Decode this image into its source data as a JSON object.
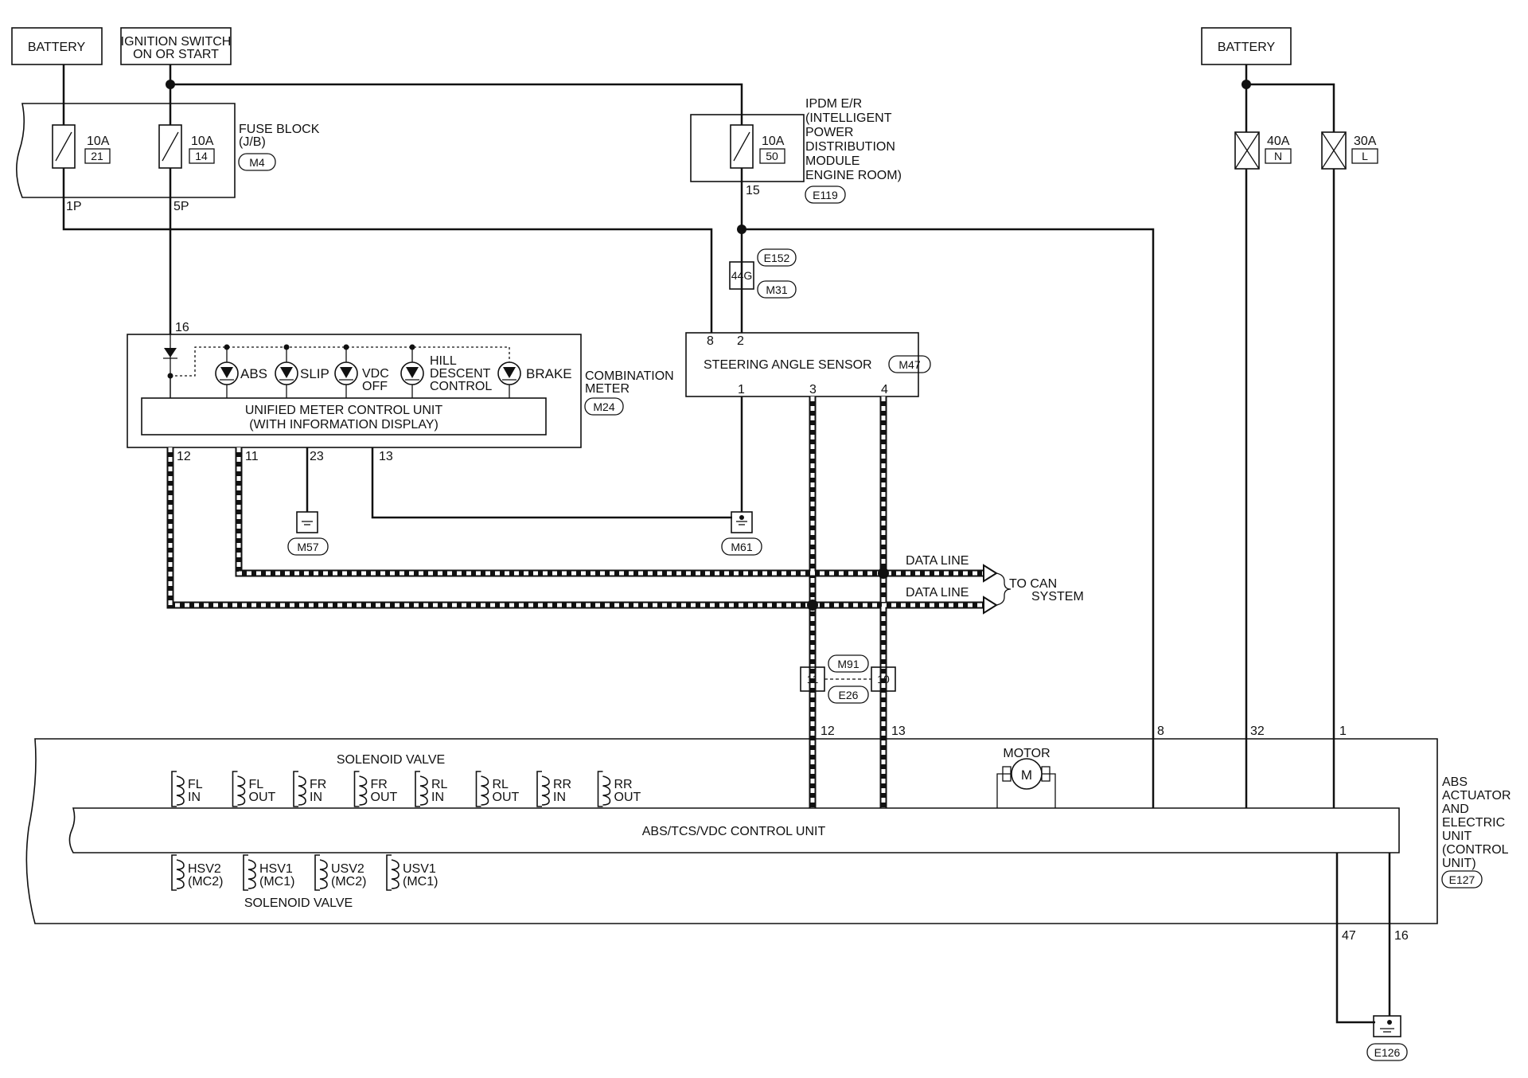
{
  "labels": {
    "battery_left": "BATTERY",
    "ignition_line1": "IGNITION SWITCH",
    "ignition_line2": "ON OR START",
    "battery_right": "BATTERY",
    "fuse_block_l1": "FUSE BLOCK",
    "fuse_block_l2": "(J/B)",
    "fuse_block_conn": "M4",
    "fuse_21_amp": "10A",
    "fuse_21_num": "21",
    "fuse_14_amp": "10A",
    "fuse_14_num": "14",
    "term_1p": "1P",
    "term_5p": "5P",
    "ipdm_l1": "IPDM E/R",
    "ipdm_l2": "(INTELLIGENT",
    "ipdm_l3": "POWER",
    "ipdm_l4": "DISTRIBUTION",
    "ipdm_l5": "MODULE",
    "ipdm_l6": "ENGINE ROOM)",
    "ipdm_conn": "E119",
    "fuse_50_amp": "10A",
    "fuse_50_num": "50",
    "term_15": "15",
    "conn_e152": "E152",
    "conn_44g": "44G",
    "conn_m31": "M31",
    "fuse_n_amp": "40A",
    "fuse_n_num": "N",
    "fuse_l_amp": "30A",
    "fuse_l_num": "L",
    "meter_pin16": "16",
    "lamp_abs": "ABS",
    "lamp_slip": "SLIP",
    "lamp_vdc1": "VDC",
    "lamp_vdc2": "OFF",
    "lamp_hill1": "HILL",
    "lamp_hill2": "DESCENT",
    "lamp_hill3": "CONTROL",
    "lamp_brake": "BRAKE",
    "combo_l1": "COMBINATION",
    "combo_l2": "METER",
    "combo_conn": "M24",
    "umcu_l1": "UNIFIED METER CONTROL UNIT",
    "umcu_l2": "(WITH INFORMATION DISPLAY)",
    "meter_pin12": "12",
    "meter_pin11": "11",
    "meter_pin23": "23",
    "meter_pin13": "13",
    "sas_pin8": "8",
    "sas_pin2": "2",
    "sas_label": "STEERING ANGLE SENSOR",
    "sas_conn": "M47",
    "sas_pin1": "1",
    "sas_pin3": "3",
    "sas_pin4": "4",
    "ground_m57": "M57",
    "ground_m61": "M61",
    "data_line1": "DATA LINE",
    "data_line2": "DATA LINE",
    "to_can1": "TO CAN",
    "to_can2": "SYSTEM",
    "jc_11": "11",
    "jc_10": "10",
    "jc_m91": "M91",
    "jc_e26": "E26",
    "abs_pin12": "12",
    "abs_pin13": "13",
    "abs_pin8": "8",
    "abs_pin32": "32",
    "abs_pin1": "1",
    "solenoid_top": "SOLENOID VALVE",
    "motor": "MOTOR",
    "motor_m": "M",
    "control_unit": "ABS/TCS/VDC CONTROL UNIT",
    "solenoid_bottom": "SOLENOID VALVE",
    "actuator_l1": "ABS",
    "actuator_l2": "ACTUATOR",
    "actuator_l3": "AND",
    "actuator_l4": "ELECTRIC",
    "actuator_l5": "UNIT",
    "actuator_l6": "(CONTROL",
    "actuator_l7": "UNIT)",
    "actuator_conn": "E127",
    "abs_pin47": "47",
    "abs_pin16": "16",
    "ground_e126": "E126"
  },
  "valves_top": [
    {
      "l1": "FL",
      "l2": "IN"
    },
    {
      "l1": "FL",
      "l2": "OUT"
    },
    {
      "l1": "FR",
      "l2": "IN"
    },
    {
      "l1": "FR",
      "l2": "OUT"
    },
    {
      "l1": "RL",
      "l2": "IN"
    },
    {
      "l1": "RL",
      "l2": "OUT"
    },
    {
      "l1": "RR",
      "l2": "IN"
    },
    {
      "l1": "RR",
      "l2": "OUT"
    }
  ],
  "valves_bottom": [
    {
      "l1": "HSV2",
      "l2": "(MC2)"
    },
    {
      "l1": "HSV1",
      "l2": "(MC1)"
    },
    {
      "l1": "USV2",
      "l2": "(MC2)"
    },
    {
      "l1": "USV1",
      "l2": "(MC1)"
    }
  ]
}
